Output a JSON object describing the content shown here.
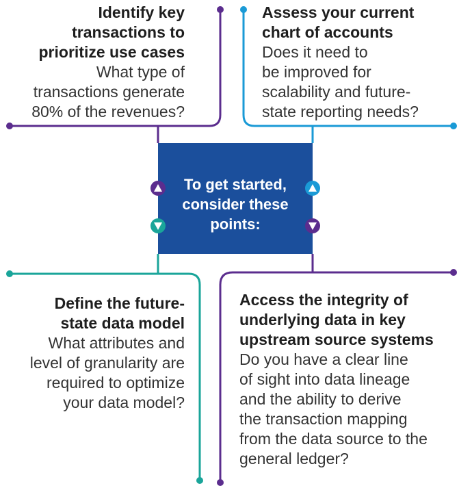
{
  "center": {
    "line1": "To get started,",
    "line2": "consider these",
    "line3": "points:"
  },
  "blocks": {
    "top_left": {
      "title": [
        "Identify key",
        "transactions to",
        "prioritize use cases"
      ],
      "body": [
        "What type of",
        "transactions generate",
        "80% of the revenues?"
      ]
    },
    "top_right": {
      "title": [
        "Assess your current",
        "chart of accounts"
      ],
      "body": [
        "Does it need to",
        "be improved for",
        "scalability and future-",
        "state reporting needs?"
      ]
    },
    "bottom_left": {
      "title": [
        "Define the future-",
        "state data model"
      ],
      "body": [
        "What attributes and",
        "level of granularity are",
        "required to optimize",
        "your data model?"
      ]
    },
    "bottom_right": {
      "title": [
        "Access the integrity of",
        "underlying data in key",
        "upstream source systems"
      ],
      "body": [
        "Do you have a clear line",
        "of sight into data lineage",
        "and the ability to derive",
        "the transaction mapping",
        "from the data source to the",
        "general ledger?"
      ]
    }
  },
  "colors": {
    "purple": "#5b2d8e",
    "blue": "#1a9ad6",
    "teal": "#1aa59a",
    "navy": "#1b4f9c"
  },
  "icons": [
    "up-arrow-icon",
    "down-arrow-icon"
  ]
}
